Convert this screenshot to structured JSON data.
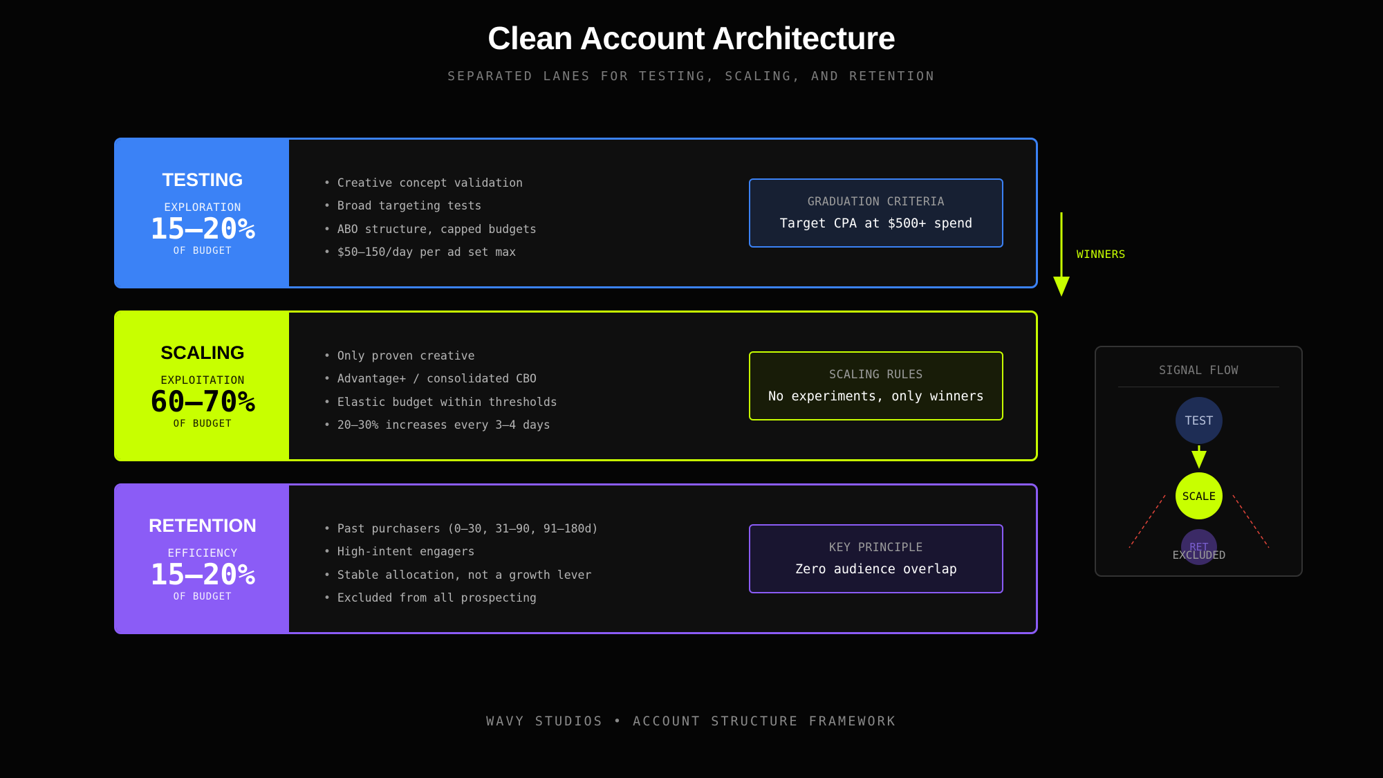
{
  "header": {
    "title": "Clean Account Architecture",
    "subtitle": "SEPARATED LANES FOR TESTING, SCALING, AND RETENTION"
  },
  "lanes": [
    {
      "name": "TESTING",
      "mode": "EXPLORATION",
      "percent": "15–20%",
      "unit": "OF BUDGET",
      "color": "#3b82f6",
      "bullets": [
        "Creative concept validation",
        "Broad targeting tests",
        "ABO structure, capped budgets",
        "$50–150/day per ad set max"
      ],
      "callout": {
        "title": "GRADUATION CRITERIA",
        "body": "Target CPA at $500+ spend"
      }
    },
    {
      "name": "SCALING",
      "mode": "EXPLOITATION",
      "percent": "60–70%",
      "unit": "OF BUDGET",
      "color": "#c8ff00",
      "bullets": [
        "Only proven creative",
        "Advantage+ / consolidated CBO",
        "Elastic budget within thresholds",
        "20–30% increases every 3–4 days"
      ],
      "callout": {
        "title": "SCALING RULES",
        "body": "No experiments, only winners"
      }
    },
    {
      "name": "RETENTION",
      "mode": "EFFICIENCY",
      "percent": "15–20%",
      "unit": "OF BUDGET",
      "color": "#8b5cf6",
      "bullets": [
        "Past purchasers (0–30, 31–90, 91–180d)",
        "High-intent engagers",
        "Stable allocation, not a growth lever",
        "Excluded from all prospecting"
      ],
      "callout": {
        "title": "KEY PRINCIPLE",
        "body": "Zero audience overlap"
      }
    }
  ],
  "flow_arrow": {
    "label": "WINNERS",
    "color": "#c8ff00"
  },
  "signal_flow": {
    "title": "SIGNAL FLOW",
    "nodes": {
      "test": "TEST",
      "scale": "SCALE",
      "ret": "RET"
    },
    "excluded_label": "EXCLUDED",
    "colors": {
      "test": "#1e2d55",
      "scale": "#c8ff00",
      "ret": "#3b2a66",
      "excluded_line": "#e0443a"
    }
  },
  "footer": "WAVY STUDIOS • ACCOUNT STRUCTURE FRAMEWORK"
}
